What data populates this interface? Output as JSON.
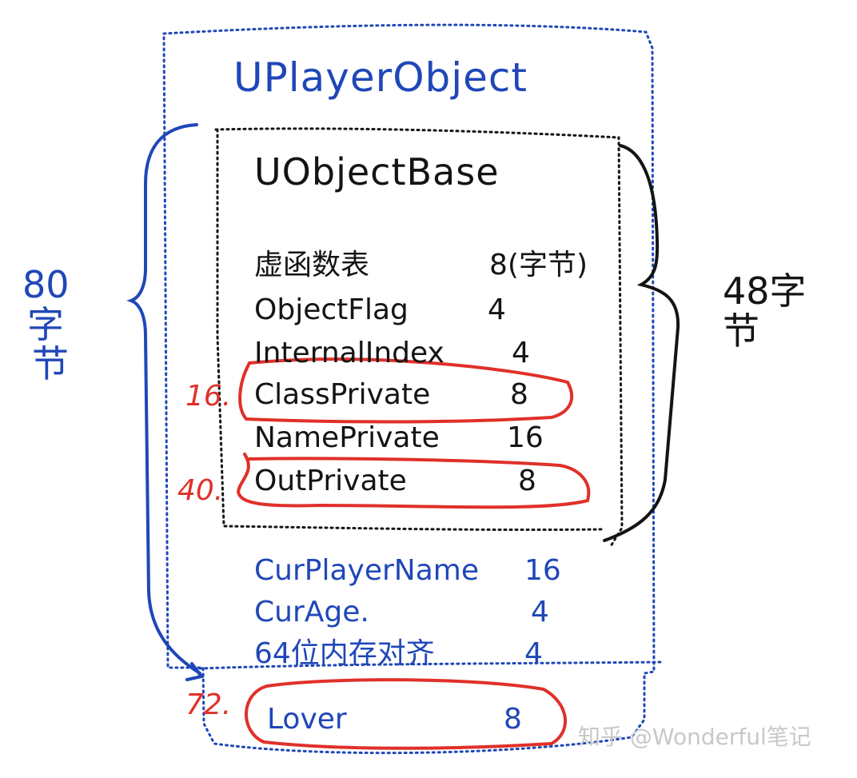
{
  "outer_title": "UPlayerObject",
  "inner_title": "UObjectBase",
  "base_fields": [
    {
      "name": "虚函数表",
      "size": "8(字节)"
    },
    {
      "name": "ObjectFlag",
      "size": "4"
    },
    {
      "name": "InternalIndex",
      "size": "4"
    },
    {
      "name": "ClassPrivate",
      "size": "8"
    },
    {
      "name": "NamePrivate",
      "size": "16"
    },
    {
      "name": "OutPrivate",
      "size": "8"
    }
  ],
  "derived_fields": [
    {
      "name": "CurPlayerName",
      "size": "16"
    },
    {
      "name": "CurAge.",
      "size": "4"
    },
    {
      "name": "64位内存对齐",
      "size": "4"
    }
  ],
  "extra_field": {
    "name": "Lover",
    "size": "8"
  },
  "left_brace_label": [
    "80",
    "字",
    "节"
  ],
  "right_brace_label": [
    "48字",
    "节"
  ],
  "offset_notes": {
    "class_private": "16.",
    "out_private": "40.",
    "lover": "72."
  },
  "watermark": "知乎 @Wonderful笔记",
  "colors": {
    "blue": "#1f47b8",
    "black": "#141414",
    "red": "#e0302a"
  }
}
